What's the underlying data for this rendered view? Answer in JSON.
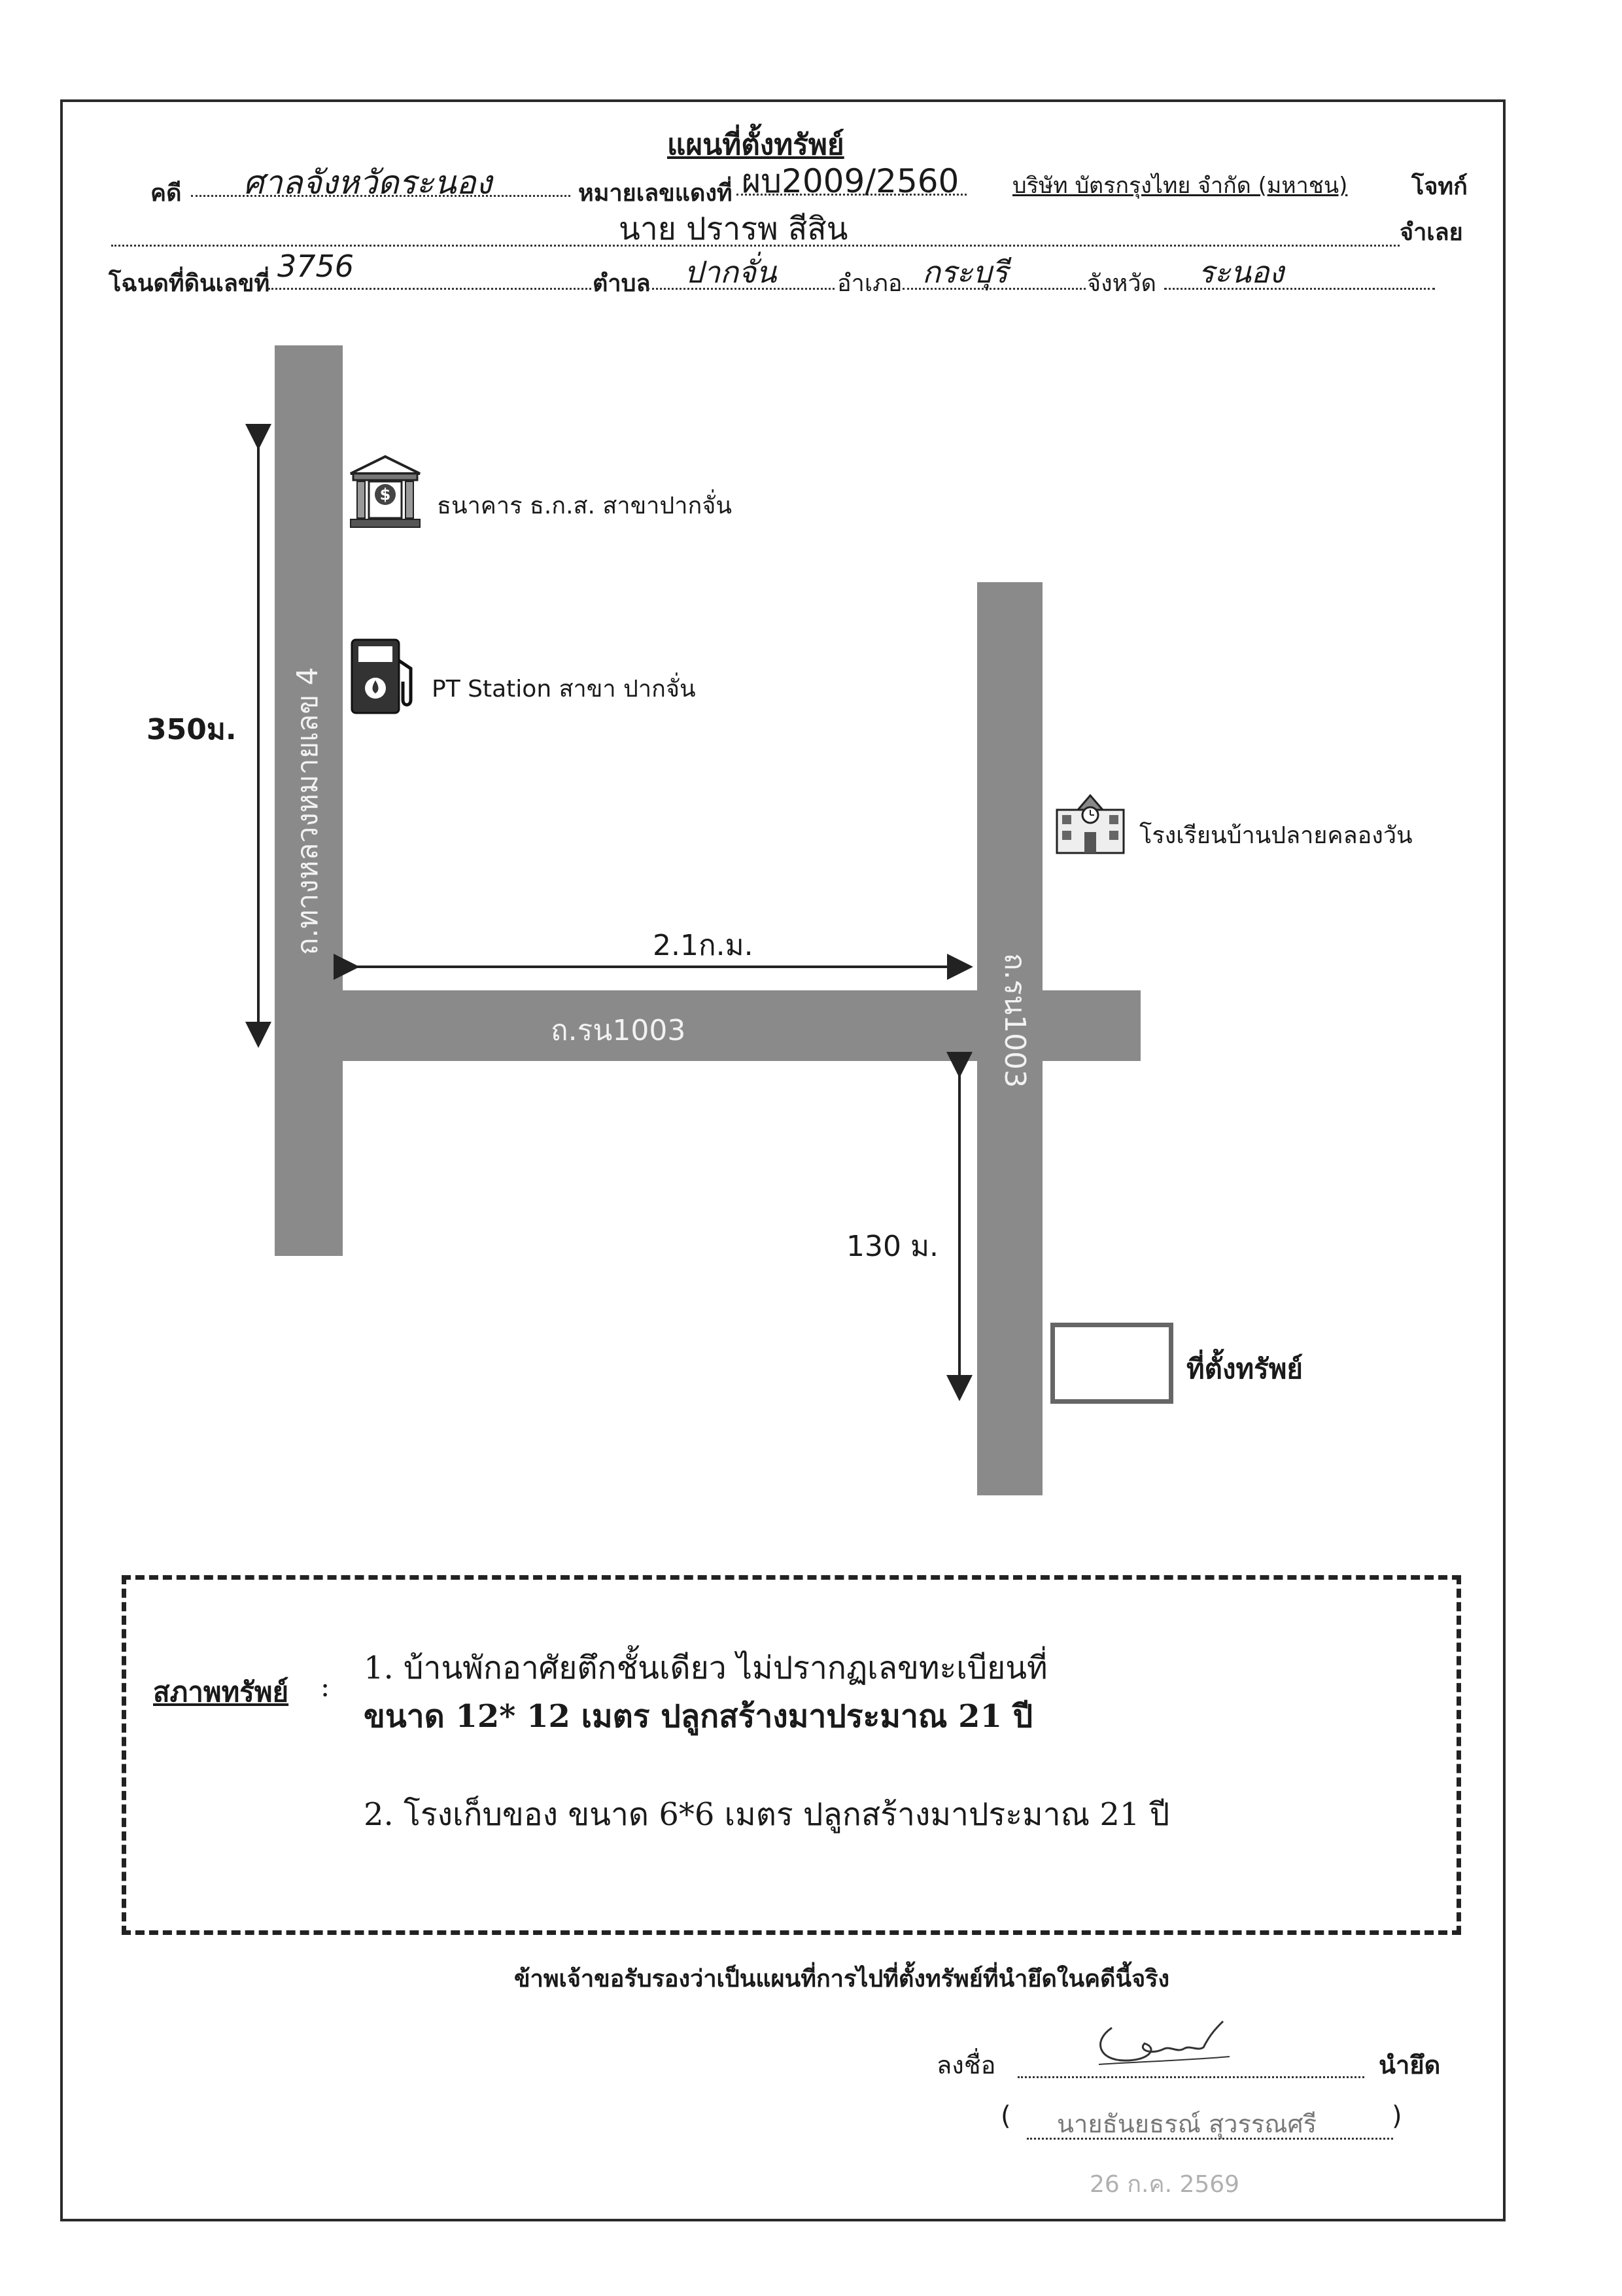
{
  "header": {
    "title": "แผนที่ตั้งทรัพย์",
    "case_label": "คดี",
    "court": "ศาลจังหวัดระนอง",
    "red_case_label": "หมายเลขแดงที่",
    "red_case_no": "ผบ2009/2560",
    "plaintiff": "บริษัท บัตรกรุงไทย จำกัด (มหาชน)",
    "plaintiff_label": "โจทก์",
    "defendant": "นาย ปรารพ สีสิน",
    "defendant_label": "จำเลย",
    "deed_label": "โฉนดที่ดินเลขที่",
    "deed_no": "3756",
    "subdistrict_label": "ตำบล",
    "subdistrict": "ปากจั่น",
    "district_label": "อำเภอ",
    "district": "กระบุรี",
    "province_label": "จังหวัด",
    "province": "ระนอง"
  },
  "map": {
    "road_highway": "ถ.ทางหลวงหมายเลข 4",
    "road_rn_h": "ถ.รน1003",
    "road_rn_v": "ถ.รน1003",
    "bank": "ธนาคาร ธ.ก.ส. สาขาปากจั่น",
    "gas_station": "PT Station สาขา ปากจั่น",
    "school": "โรงเรียนบ้านปลายคลองวัน",
    "property": "ที่ตั้งทรัพย์",
    "dist_vertical_left": "350ม.",
    "dist_horizontal": "2.1ก.ม.",
    "dist_vertical_right": "130 ม.",
    "icons": [
      "bank-icon",
      "gas-pump-icon",
      "school-icon",
      "property-square-icon"
    ]
  },
  "condition": {
    "label": "สภาพทรัพย์",
    "colon": ":",
    "item1_line1": "1. บ้านพักอาศัยตึกชั้นเดียว ไม่ปรากฏเลขทะเบียนที่",
    "item1_line2": "ขนาด 12* 12 เมตร ปลูกสร้างมาประมาณ  21 ปี",
    "item2": "2. โรงเก็บของ ขนาด 6*6 เมตร ปลูกสร้างมาประมาณ  21 ปี"
  },
  "certification": "ข้าพเจ้าขอรับรองว่าเป็นแผนที่การไปที่ตั้งทรัพย์ที่นำยึดในคดีนี้จริง",
  "signature": {
    "sign_label": "ลงชื่อ",
    "role": "นำยึด",
    "open_paren": "(",
    "name": "นายธันยธรณ์  สุวรรณศรี",
    "close_paren": ")",
    "date_stamp": "26 ก.ค. 2569"
  }
}
